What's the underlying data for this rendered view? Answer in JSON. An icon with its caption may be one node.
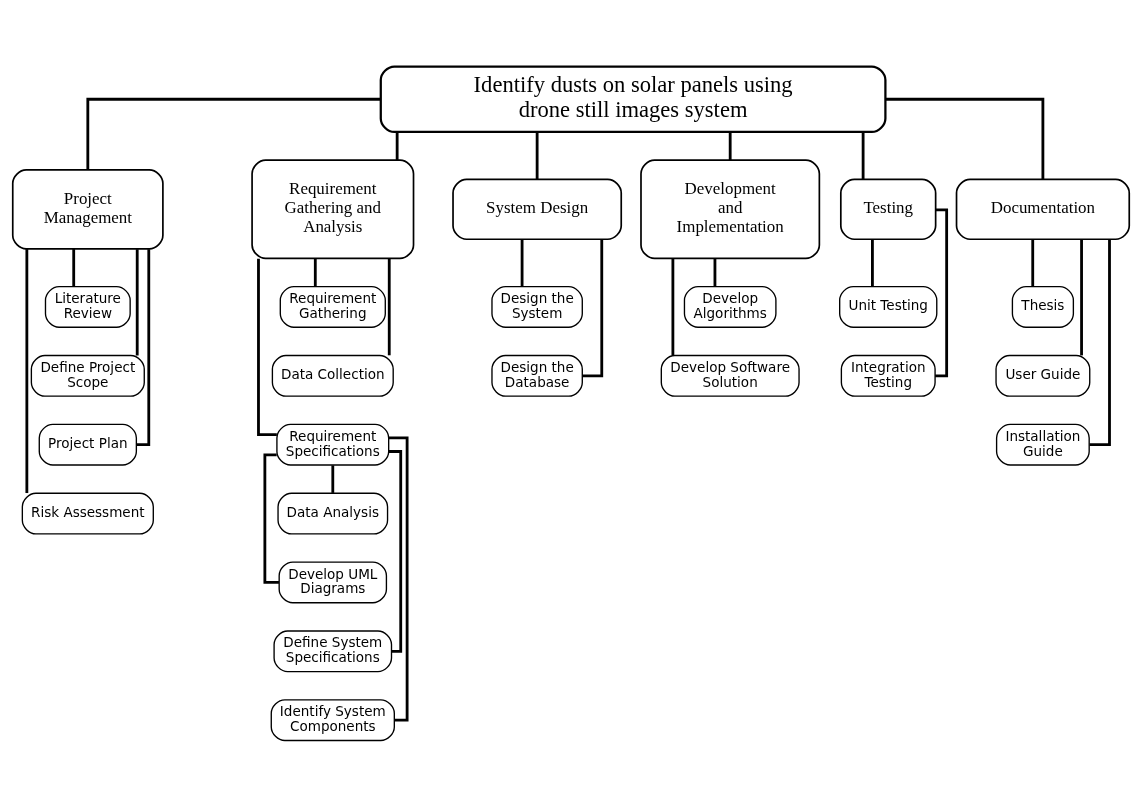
{
  "diagram": {
    "nodes": [
      {
        "text": [
          "Identify dusts on solar panels using drone still images system"
        ]
      },
      {
        "text": [
          "Project Management"
        ]
      },
      {
        "text": [
          "Requirement Gathering and Analysis"
        ]
      },
      {
        "text": [
          "System Design"
        ]
      },
      {
        "text": [
          "Development and Implementation"
        ]
      },
      {
        "text": [
          "Testing"
        ]
      },
      {
        "text": [
          "Documentation"
        ]
      },
      {
        "text": [
          "Literature Review"
        ]
      },
      {
        "text": [
          "Define Project Scope"
        ]
      },
      {
        "text": [
          "Project Plan"
        ]
      },
      {
        "text": [
          "Risk Assessment"
        ]
      },
      {
        "text": [
          "Requirement Gathering"
        ]
      },
      {
        "text": [
          "Data Collection"
        ]
      },
      {
        "text": [
          "Requirement Specifications"
        ]
      },
      {
        "text": [
          "Data Analysis"
        ]
      },
      {
        "text": [
          "Develop UML Diagrams"
        ]
      },
      {
        "text": [
          "Define System Specifications"
        ]
      },
      {
        "text": [
          "Identify System Components"
        ]
      },
      {
        "text": [
          "Design the System"
        ]
      },
      {
        "text": [
          "Design the Database"
        ]
      },
      {
        "text": [
          "Develop Algorithms"
        ]
      },
      {
        "text": [
          "Develop Software Solution"
        ]
      },
      {
        "text": [
          "Unit Testing"
        ]
      },
      {
        "text": [
          "Integration Testing"
        ]
      },
      {
        "text": [
          "Thesis"
        ]
      },
      {
        "text": [
          "User Guide"
        ]
      },
      {
        "text": [
          "Installation Guide"
        ]
      }
    ],
    "edges": [
      {
        "from": 0,
        "to": 1,
        "arrow": "none"
      },
      {
        "from": 0,
        "to": 2,
        "arrow": "none"
      },
      {
        "from": 0,
        "to": 3,
        "arrow": "none"
      },
      {
        "from": 0,
        "to": 4,
        "arrow": "none"
      },
      {
        "from": 0,
        "to": 5,
        "arrow": "none"
      },
      {
        "from": 0,
        "to": 6,
        "arrow": "none"
      },
      {
        "from": 1,
        "to": 7,
        "arrow": "none"
      },
      {
        "from": 1,
        "to": 8,
        "arrow": "none"
      },
      {
        "from": 1,
        "to": 9,
        "arrow": "none"
      },
      {
        "from": 1,
        "to": 10,
        "arrow": "none"
      },
      {
        "from": 2,
        "to": 11,
        "arrow": "none"
      },
      {
        "from": 2,
        "to": 12,
        "arrow": "none"
      },
      {
        "from": 2,
        "to": 13,
        "arrow": "none"
      },
      {
        "from": 13,
        "to": 14,
        "arrow": "none"
      },
      {
        "from": 13,
        "to": 15,
        "arrow": "none"
      },
      {
        "from": 13,
        "to": 16,
        "arrow": "none"
      },
      {
        "from": 13,
        "to": 17,
        "arrow": "none"
      },
      {
        "from": 3,
        "to": 18,
        "arrow": "none"
      },
      {
        "from": 3,
        "to": 19,
        "arrow": "none"
      },
      {
        "from": 4,
        "to": 20,
        "arrow": "none"
      },
      {
        "from": 4,
        "to": 21,
        "arrow": "none"
      },
      {
        "from": 5,
        "to": 22,
        "arrow": "none"
      },
      {
        "from": 5,
        "to": 23,
        "arrow": "none"
      },
      {
        "from": 6,
        "to": 24,
        "arrow": "none"
      },
      {
        "from": 6,
        "to": 25,
        "arrow": "none"
      },
      {
        "from": 6,
        "to": 26,
        "arrow": "none"
      }
    ]
  }
}
